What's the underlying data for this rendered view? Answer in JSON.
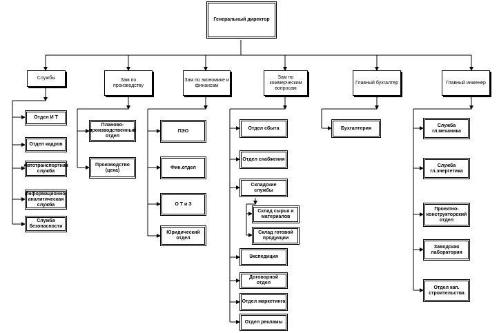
{
  "root": {
    "label": "Генеральный директор"
  },
  "heads": [
    {
      "label": "Службы"
    },
    {
      "label": "Зам по производству"
    },
    {
      "label": "Зам по экономике  и\nфинансам"
    },
    {
      "label": "Зам по\nкоммерческим\nвопросам"
    },
    {
      "label": "Главный бухгалтер"
    },
    {
      "label": "Главный инженер"
    }
  ],
  "services": [
    {
      "label": "Отдел И Т"
    },
    {
      "label": "Отдел кадров"
    },
    {
      "label": "Автотранспортная\nслужба"
    },
    {
      "label": "Информационно-\nаналитическая\nслужба"
    },
    {
      "label": "Служба\nбезопасности"
    }
  ],
  "production": [
    {
      "label": "Планово-\nпроизводственный\nотдел"
    },
    {
      "label": "Производство\n(цеха)"
    }
  ],
  "economics": [
    {
      "label": "ПЭО"
    },
    {
      "label": "Фин.отдел"
    },
    {
      "label": "О Т и З"
    },
    {
      "label": "Юридический отдел"
    }
  ],
  "commercial": [
    {
      "label": "Отдел сбыта"
    },
    {
      "label": "Отдел снабжения"
    },
    {
      "label": "Складские службы"
    },
    {
      "label": "Экспедиция"
    },
    {
      "label": "Договорной отдел"
    },
    {
      "label": "Отдел маркетинга"
    },
    {
      "label": "Отдел рекламы"
    }
  ],
  "warehouses": [
    {
      "label": "Склад сырья и\nматериалов"
    },
    {
      "label": "Склад готовой\nпродукции"
    }
  ],
  "accounting": [
    {
      "label": "Бухгалтерия"
    }
  ],
  "engineering": [
    {
      "label": "Служба\nгл.механика"
    },
    {
      "label": "Служба\nгл.энергетика"
    },
    {
      "label": "Проектно-\nконструкторский\nотдел"
    },
    {
      "label": "Заводская\nлаборатория"
    },
    {
      "label": "Отдел кап.\nстроительства"
    }
  ]
}
